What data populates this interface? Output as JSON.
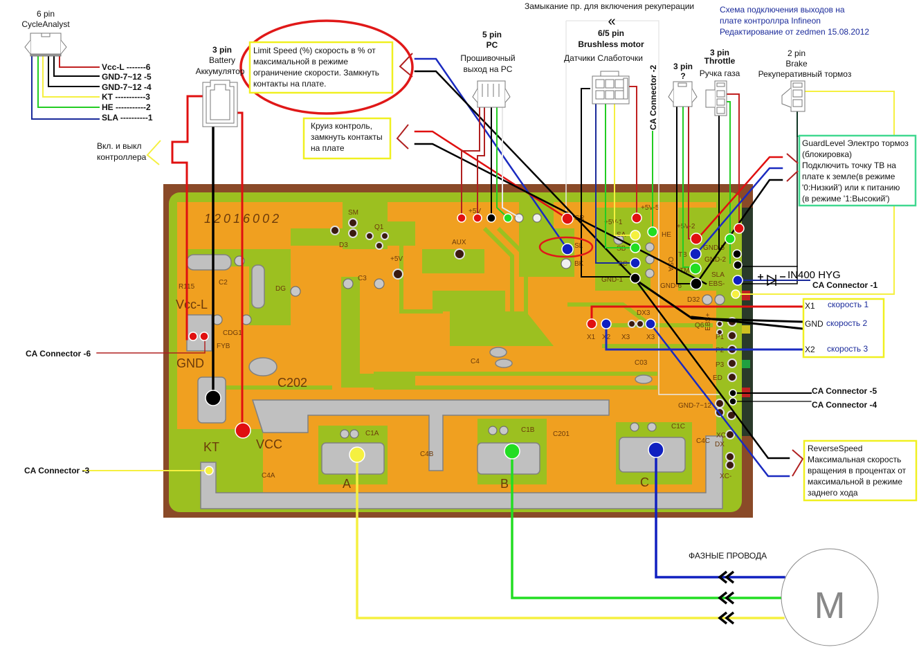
{
  "title": {
    "lines": [
      "Схема подключения выходов на",
      "плате контроллра Infineon",
      "Редактирование от zedmen 15.08.2012"
    ]
  },
  "colors": {
    "red": "#e01010",
    "black": "#000000",
    "blue": "#1020c0",
    "green": "#22dd22",
    "yellow": "#f5f040",
    "pcb_orange": "#f0a020",
    "pcb_green": "#9cc020",
    "note_border_yellow": "#f0f020",
    "note_border_teal": "#40d890",
    "ellipse_red": "#e01818"
  },
  "connectors": {
    "cycle_analyst": {
      "title1": "6 pin",
      "title2": "CycleAnalyst",
      "pins": [
        {
          "label": "Vcc-L -------6",
          "color": "red"
        },
        {
          "label": "GND-7~12 -5",
          "color": "black"
        },
        {
          "label": "GND-7~12 -4",
          "color": "black"
        },
        {
          "label": "KT -----------3",
          "color": "yellow"
        },
        {
          "label": "HE -----------2",
          "color": "green"
        },
        {
          "label": "SLA ----------1",
          "color": "blue"
        }
      ]
    },
    "battery": {
      "line1": "3 pin",
      "line2": "Battery",
      "line3": "Аккумулятор"
    },
    "pc": {
      "line1": "5 pin",
      "line2": "PC",
      "line3": "Прошивочный",
      "line4": "выход на PC"
    },
    "motor": {
      "line1": "6/5 pin",
      "line2": "Brushless motor",
      "line3": "Датчики Слаботочки"
    },
    "unknown": {
      "line1": "3 pin",
      "line2": "?"
    },
    "throttle": {
      "line1": "3 pin",
      "line2": "Throttle",
      "line3": "Ручка газа"
    },
    "brake": {
      "line1": "2 pin",
      "line2": "Brake",
      "line3": "Рекуперативный тормоз"
    }
  },
  "annotations": {
    "regen_top": "Замыкание пр. для включения рекуперации",
    "regen_chevron": "«",
    "on_off": [
      "Вкл. и выкл",
      "контроллера"
    ],
    "limit_speed": [
      "Limit Speed (%) скорость в % от",
      "максимальной в режиме",
      "ограничение скорости. Замкнуть",
      "контакты на плате."
    ],
    "cruise": [
      "Круиз контроль,",
      "замкнуть контакты",
      "на плате"
    ],
    "guard_level": [
      "GuardLevel Электро тормоз",
      "(блокировка)",
      "Подключить точку ТВ на",
      "плате к земле(в режиме",
      "'0:Низкий') или к питанию",
      "(в режиме '1:Высокий')"
    ],
    "speeds": [
      {
        "pin": "X1",
        "label": "скорость 1"
      },
      {
        "pin": "GND",
        "label": "скорость 2"
      },
      {
        "pin": "X2",
        "label": "скорость 3"
      }
    ],
    "reverse_speed": [
      "ReverseSpeed",
      "Максимальная скорость",
      "вращения в процентах от",
      "максимальной в режиме",
      "заднего хода"
    ],
    "diode": "IN400 HYG",
    "phase_wires": "ФАЗНЫЕ ПРОВОДА",
    "motor_symbol": "M",
    "ca_connectors": {
      "c1": "CA Connector -1",
      "c2": "CA Connector -2",
      "c3": "CA Connector -3",
      "c4": "CA Connector -4",
      "c5": "CA Connector -5",
      "c6": "CA Connector -6"
    }
  },
  "pcb_labels": {
    "vcc_l": "Vcc-L",
    "gnd": "GND",
    "kt": "KT",
    "vcc": "VCC",
    "c202": "C202",
    "r115": "R115",
    "c2": "C2",
    "dg": "DG",
    "cdg1": "CDG1",
    "fyb": "FYB",
    "sm": "SM",
    "q1": "Q1",
    "d3": "D3",
    "plus5v": "+5V",
    "c3": "C3",
    "aux": "AUX",
    "pc_5v": "+5V",
    "cr": "CR",
    "sl": "SL",
    "bk": "BK",
    "c4": "C4",
    "v5_1": "+5V-1",
    "v5_5": "+5V-5",
    "sa": "SA",
    "sb": "SB",
    "sc": "SC",
    "he": "HE",
    "gnd1": "GND-1",
    "osa": "OSA",
    "v5_2": "+5V-2",
    "tb": "TB",
    "tm": "TM",
    "gnd6": "GND-6",
    "gnd5": "GND-5",
    "gnd2": "GND-2",
    "sla": "SLA",
    "ebs_minus": "EBS-",
    "d32": "D32",
    "ebs_plus": "EBS+",
    "p1": "P1",
    "p2": "P2",
    "p3": "P3",
    "ed": "ED",
    "q6": "Q6",
    "dx3": "DX3",
    "x1": "X1",
    "x2": "X2",
    "x3": "X3",
    "x3b": "X3",
    "c03": "C03",
    "gnd712": "GND-7~12",
    "c1a": "C1A",
    "c1b": "C1B",
    "c201": "C201",
    "c1c": "C1C",
    "c4a": "C4A",
    "c4b": "C4B",
    "c4c": "C4C",
    "xc": "XC",
    "dx": "DX",
    "xc_minus": "XC-",
    "phase_a": "A",
    "phase_b": "B",
    "phase_c": "C",
    "board_id": "12016002"
  }
}
